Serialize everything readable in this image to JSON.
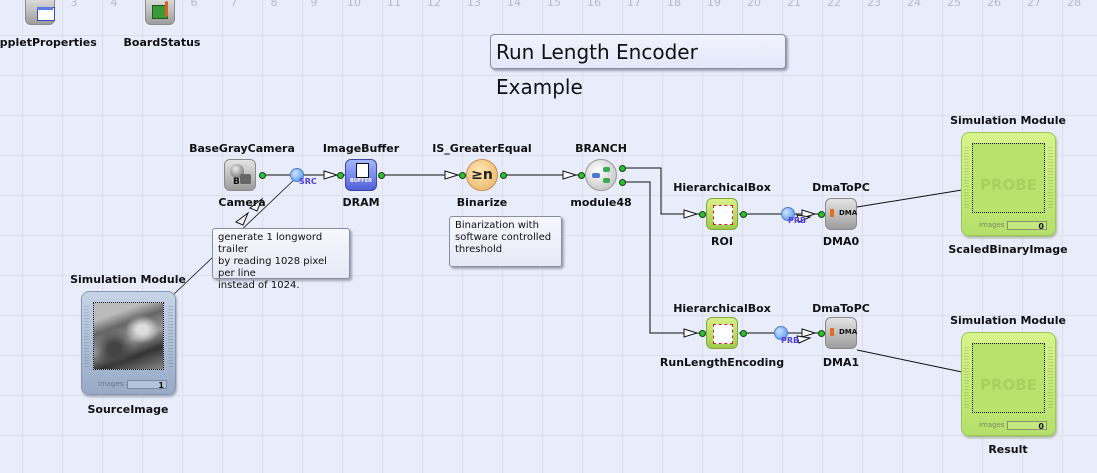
{
  "ruler": [
    "3",
    "4",
    "5",
    "6",
    "7",
    "8",
    "9",
    "10",
    "11",
    "12",
    "13",
    "14",
    "15",
    "16",
    "17",
    "18",
    "19",
    "20",
    "21",
    "22",
    "23",
    "24",
    "25",
    "26",
    "27",
    "28"
  ],
  "toolbox": {
    "applet_properties": "AppletProperties",
    "board_status": "BoardStatus"
  },
  "title": "Run Length Encoder Example",
  "modules": {
    "camera": {
      "type": "BaseGrayCamera",
      "name": "Camera",
      "port_tag": "SRC",
      "icon_letter": "B"
    },
    "buffer": {
      "type": "ImageBuffer",
      "name": "DRAM",
      "icon_text": "BUFFER"
    },
    "binarize": {
      "type": "IS_GreaterEqual",
      "name": "Binarize",
      "icon_text": "≥n"
    },
    "branch": {
      "type": "BRANCH",
      "name": "module48"
    },
    "roi": {
      "type": "HierarchicalBox",
      "name": "ROI"
    },
    "rle": {
      "type": "HierarchicalBox",
      "name": "RunLengthEncoding"
    },
    "dma0": {
      "type": "DmaToPC",
      "name": "DMA0",
      "icon_text": "DMA",
      "port_tag": "PRB"
    },
    "dma1": {
      "type": "DmaToPC",
      "name": "DMA1",
      "icon_text": "DMA",
      "port_tag": "PRB"
    }
  },
  "sim_modules": {
    "source": {
      "type": "Simulation Module",
      "name": "SourceImage",
      "images_label": "images #",
      "images_count": "1"
    },
    "scaled": {
      "type": "Simulation Module",
      "name": "ScaledBinaryImage",
      "images_label": "images #",
      "images_count": "0",
      "probe": "PROBE"
    },
    "result": {
      "type": "Simulation Module",
      "name": "Result",
      "images_label": "images #",
      "images_count": "0",
      "probe": "PROBE"
    }
  },
  "notes": {
    "trailer": "generate 1 longword trailer\nby reading 1028 pixel per line\ninstead of 1024.",
    "binarization": "Binarization with\nsoftware controlled\nthreshold"
  }
}
